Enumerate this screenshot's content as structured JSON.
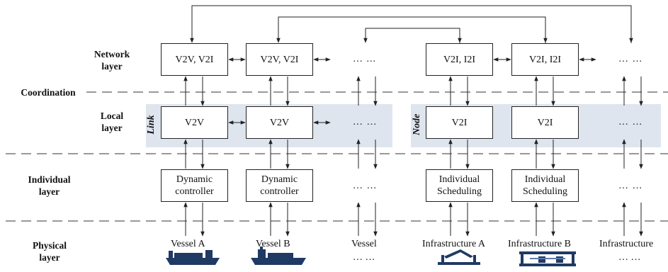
{
  "layers": {
    "network": "Network\nlayer",
    "coordination": "Coordination",
    "local": "Local\nlayer",
    "individual": "Individual\nlayer",
    "physical": "Physical\nlayer"
  },
  "side_labels": {
    "link": "Link",
    "node": "Node"
  },
  "network_boxes": [
    "V2V, V2I",
    "V2V, V2I",
    "V2I, I2I",
    "V2I, I2I"
  ],
  "local_boxes": [
    "V2V",
    "V2V",
    "V2I",
    "V2I"
  ],
  "individual_boxes": [
    "Dynamic\ncontroller",
    "Dynamic\ncontroller",
    "Individual\nScheduling",
    "Individual\nScheduling"
  ],
  "ellipses": {
    "network_vessel": "… ...",
    "network_infra": "… …",
    "local_vessel": "… …",
    "local_infra": "… …",
    "individual_vessel": "… …",
    "individual_infra": "… …"
  },
  "physical": {
    "vessel_a": "Vessel A",
    "vessel_b": "Vessel B",
    "vessel": "Vessel",
    "vessel_more": "… …",
    "infra_a": "Infrastructure A",
    "infra_b": "Infrastructure B",
    "infra": "Infrastructure",
    "infra_more": "… …"
  },
  "colors": {
    "band": "#dfe5ee",
    "icon": "#1f3a63",
    "line": "#222222"
  }
}
